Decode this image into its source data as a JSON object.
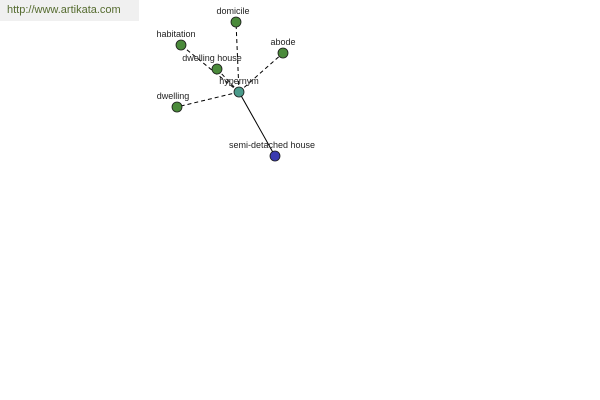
{
  "header": {
    "url_text": "http://www.artikata.com"
  },
  "graph": {
    "colors": {
      "center": "#4a9a8a",
      "synonym": "#4a8a3a",
      "hyponym": "#3a3ab0",
      "edge": "#000000"
    },
    "center": {
      "id": "hypernym",
      "label": "hypernym"
    },
    "nodes": [
      {
        "id": "domicile",
        "label": "domicile",
        "kind": "synonym"
      },
      {
        "id": "habitation",
        "label": "habitation",
        "kind": "synonym"
      },
      {
        "id": "abode",
        "label": "abode",
        "kind": "synonym"
      },
      {
        "id": "dwelling-house",
        "label": "dwelling house",
        "kind": "synonym"
      },
      {
        "id": "dwelling",
        "label": "dwelling",
        "kind": "synonym"
      },
      {
        "id": "semi-detached-house",
        "label": "semi-detached house",
        "kind": "hyponym"
      }
    ]
  }
}
